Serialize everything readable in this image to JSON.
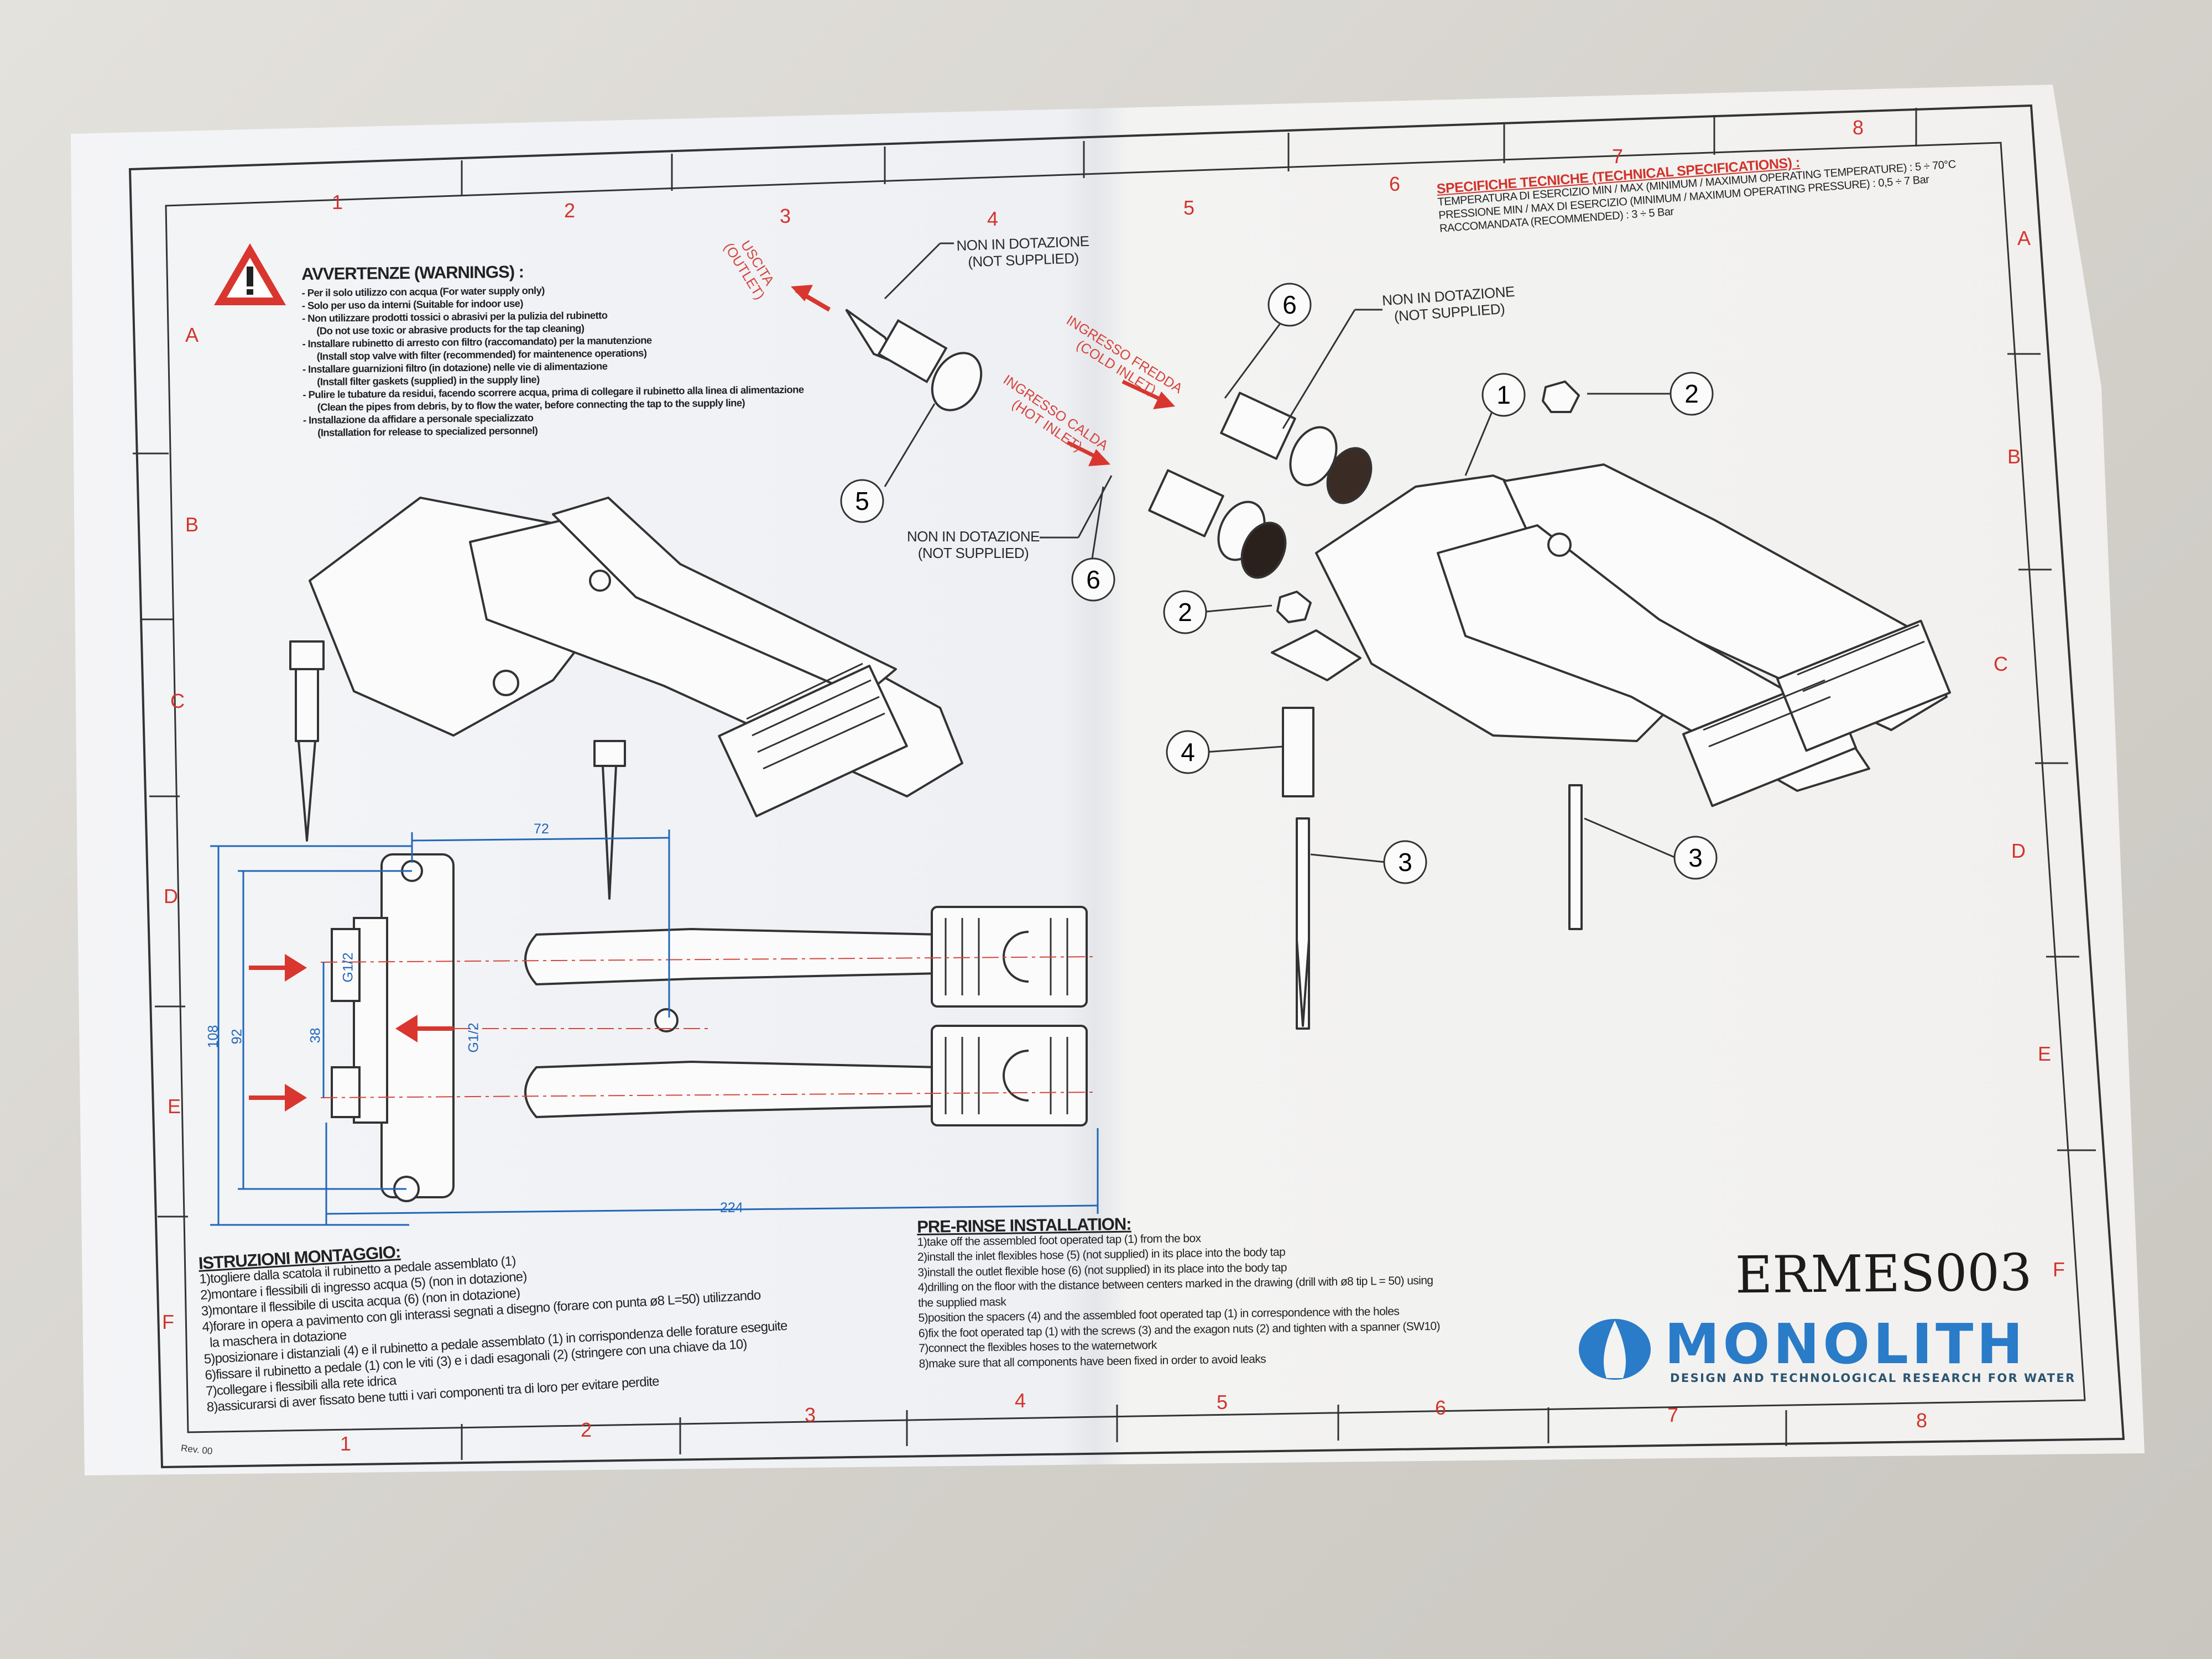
{
  "warnings": {
    "title": "AVVERTENZE (WARNINGS) :",
    "items": [
      {
        "it": "- Per il solo utilizzo con acqua (For water supply only)",
        "en": ""
      },
      {
        "it": "- Solo per uso da interni (Suitable for indoor use)",
        "en": ""
      },
      {
        "it": "- Non utilizzare prodotti tossici o abrasivi per la pulizia del rubinetto",
        "en": "(Do not use toxic or abrasive products for the tap cleaning)"
      },
      {
        "it": "- Installare rubinetto di arresto con  filtro (raccomandato) per la manutenzione",
        "en": "(Install stop valve with filter (recommended) for maintenence operations)"
      },
      {
        "it": "- Installare guarnizioni filtro (in dotazione) nelle vie di alimentazione",
        "en": "(Install filter gaskets (supplied) in the supply line)"
      },
      {
        "it": "- Pulire le tubature da residui, facendo scorrere acqua, prima di collegare il rubinetto alla linea di alimentazione",
        "en": "(Clean the pipes from debris, by to flow the water, before connecting the tap to the supply line)"
      },
      {
        "it": "- Installazione da affidare a personale specializzato",
        "en": "(Installation for release to specialized personnel)"
      }
    ]
  },
  "specs": {
    "title": "SPECIFICHE TECNICHE (TECHNICAL SPECIFICATIONS) :",
    "lines": [
      "TEMPERATURA DI ESERCIZIO MIN / MAX (MINIMUM / MAXIMUM OPERATING TEMPERATURE) : 5 ÷ 70°C",
      "PRESSIONE MIN / MAX DI ESERCIZIO (MINIMUM / MAXIMUM OPERATING  PRESSURE) : 0,5 ÷ 7 Bar",
      "RACCOMANDATA (RECOMMENDED) : 3 ÷ 5 Bar"
    ]
  },
  "labels": {
    "not_supplied_1": "NON IN DOTAZIONE",
    "not_supplied_1_en": "(NOT SUPPLIED)",
    "not_supplied_2": "NON IN DOTAZIONE",
    "not_supplied_2_en": "(NOT SUPPLIED)",
    "not_supplied_3": "NON IN DOTAZIONE",
    "not_supplied_3_en": "(NOT SUPPLIED)",
    "outlet": "USCITA",
    "outlet_en": "(OUTLET)",
    "cold": "INGRESSO FREDDA",
    "cold_en": "(COLD INLET)",
    "hot": "INGRESSO CALDA",
    "hot_en": "(HOT INLET)"
  },
  "callouts": {
    "c5": "5",
    "c6a": "6",
    "c6b": "6",
    "c1": "1",
    "c2a": "2",
    "c2b": "2",
    "c4": "4",
    "c3a": "3",
    "c3b": "3"
  },
  "dimensions": {
    "d72": "72",
    "d108": "108",
    "d92": "92",
    "d38": "38",
    "g1": "G1/2",
    "g2": "G1/2",
    "d224": "224"
  },
  "grid": {
    "cols": [
      "1",
      "2",
      "3",
      "4",
      "5",
      "6",
      "7",
      "8"
    ],
    "rows": [
      "A",
      "B",
      "C",
      "D",
      "E",
      "F"
    ]
  },
  "istruzioni": {
    "title": "ISTRUZIONI MONTAGGIO:",
    "lines": [
      "1)togliere dalla scatola il rubinetto a pedale assemblato (1)",
      "2)montare i flessibili di ingresso acqua (5) (non in dotazione)",
      "3)montare il flessibile di uscita acqua (6) (non in dotazione)",
      "4)forare in opera a pavimento con gli interassi segnati a disegno (forare con punta ø8 L=50) utilizzando",
      "la maschera in dotazione",
      "5)posizionare i distanziali (4) e il rubinetto a pedale assemblato (1) in corrispondenza delle forature eseguite",
      "6)fissare il rubinetto a pedale (1) con le viti (3) e i dadi esagonali (2) (stringere con una chiave da 10)",
      "7)collegare i flessibili alla rete idrica",
      "8)assicurarsi di aver fissato bene tutti i vari componenti tra di loro per evitare perdite"
    ]
  },
  "prerinse": {
    "title": "PRE-RINSE INSTALLATION:",
    "lines": [
      "1)take off the assembled foot operated tap (1) from the box",
      "2)install the inlet flexibles hose (5) (not supplied) in its place into the body tap",
      "3)install the outlet flexible hose (6) (not supplied) in its place into the body tap",
      "4)drilling on the floor with the distance between centers marked in the drawing (drill with ø8 tip L = 50) using",
      "the supplied mask",
      "5)position the spacers (4) and the assembled foot operated tap (1) in correspondence with the holes",
      "6)fix the foot operated tap (1) with the screws (3) and the exagon nuts (2) and tighten with a spanner (SW10)",
      "7)connect the flexibles hoses to the waternetwork",
      "8)make sure that all components have been fixed in order to avoid leaks"
    ]
  },
  "title_block": {
    "code": "ERMES003",
    "brand": "MONOLITH",
    "tagline": "DESIGN AND TECHNOLOGICAL RESEARCH FOR WATER",
    "revision": "Rev. 00"
  },
  "colors": {
    "accent_red": "#d2332b",
    "brand_blue": "#2a7bc8",
    "dimension_blue": "#2166b9"
  }
}
